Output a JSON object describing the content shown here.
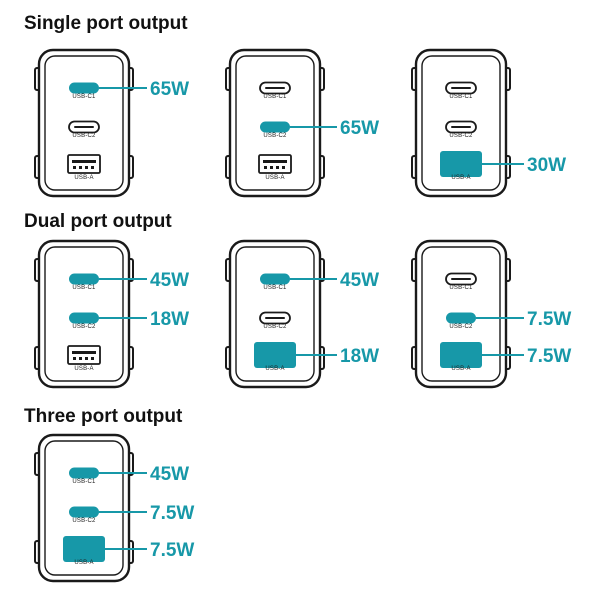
{
  "colors": {
    "accent": "#1798a8",
    "outline": "#1a1a1a"
  },
  "port_labels": {
    "c1": "USB-C1",
    "c2": "USB-C2",
    "a": "USB-A"
  },
  "sections": [
    {
      "title": "Single port output",
      "chargers": [
        {
          "active": [
            "c1"
          ],
          "outputs": [
            {
              "port": "c1",
              "watts": "65W"
            }
          ]
        },
        {
          "active": [
            "c2"
          ],
          "outputs": [
            {
              "port": "c2",
              "watts": "65W"
            }
          ]
        },
        {
          "active": [
            "a"
          ],
          "outputs": [
            {
              "port": "a",
              "watts": "30W"
            }
          ]
        }
      ]
    },
    {
      "title": "Dual port output",
      "chargers": [
        {
          "active": [
            "c1",
            "c2"
          ],
          "outputs": [
            {
              "port": "c1",
              "watts": "45W"
            },
            {
              "port": "c2",
              "watts": "18W"
            }
          ]
        },
        {
          "active": [
            "c1",
            "a"
          ],
          "outputs": [
            {
              "port": "c1",
              "watts": "45W"
            },
            {
              "port": "a",
              "watts": "18W"
            }
          ]
        },
        {
          "active": [
            "c2",
            "a"
          ],
          "outputs": [
            {
              "port": "c2",
              "watts": "7.5W"
            },
            {
              "port": "a",
              "watts": "7.5W"
            }
          ]
        }
      ]
    },
    {
      "title": "Three port output",
      "chargers": [
        {
          "active": [
            "c1",
            "c2",
            "a"
          ],
          "outputs": [
            {
              "port": "c1",
              "watts": "45W"
            },
            {
              "port": "c2",
              "watts": "7.5W"
            },
            {
              "port": "a",
              "watts": "7.5W"
            }
          ]
        }
      ]
    }
  ]
}
